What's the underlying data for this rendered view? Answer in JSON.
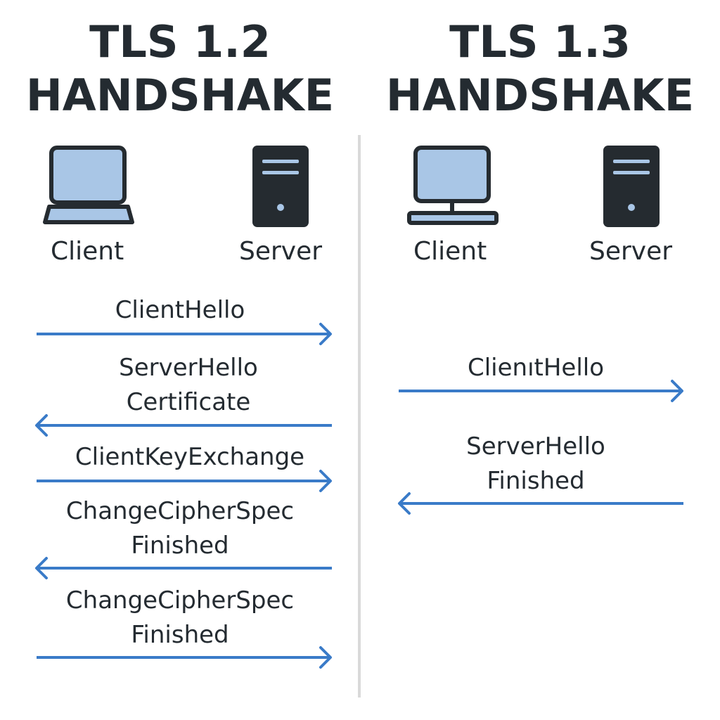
{
  "colors": {
    "arrow": "#3a7bc8",
    "device_dark": "#252b30",
    "screen_fill": "#a9c6e6",
    "divider": "#d9d9d9"
  },
  "tls12": {
    "title_line1": "TLS 1.2",
    "title_line2": "HANDSHAKE",
    "client_label": "Client",
    "server_label": "Server",
    "client_icon": "laptop-icon",
    "server_icon": "server-tower-icon",
    "messages": [
      {
        "lines": [
          "ClientHello"
        ],
        "direction": "client-to-server"
      },
      {
        "lines": [
          "ServerHello",
          "Certificate"
        ],
        "direction": "server-to-client"
      },
      {
        "lines": [
          "ClientKeyExchange"
        ],
        "direction": "client-to-server"
      },
      {
        "lines": [
          "ChangeCipherSpec",
          "Finished"
        ],
        "direction": "server-to-client"
      },
      {
        "lines": [
          "ChangeCipherSpec",
          "Finished"
        ],
        "direction": "client-to-server"
      }
    ]
  },
  "tls13": {
    "title_line1": "TLS 1.3",
    "title_line2": "HANDSHAKE",
    "client_label": "Client",
    "server_label": "Server",
    "client_icon": "desktop-monitor-icon",
    "server_icon": "server-tower-icon",
    "messages": [
      {
        "lines": [
          "ClienıtHello"
        ],
        "direction": "client-to-server"
      },
      {
        "lines": [
          "ServerHello",
          "Finished"
        ],
        "direction": "server-to-client"
      }
    ]
  }
}
